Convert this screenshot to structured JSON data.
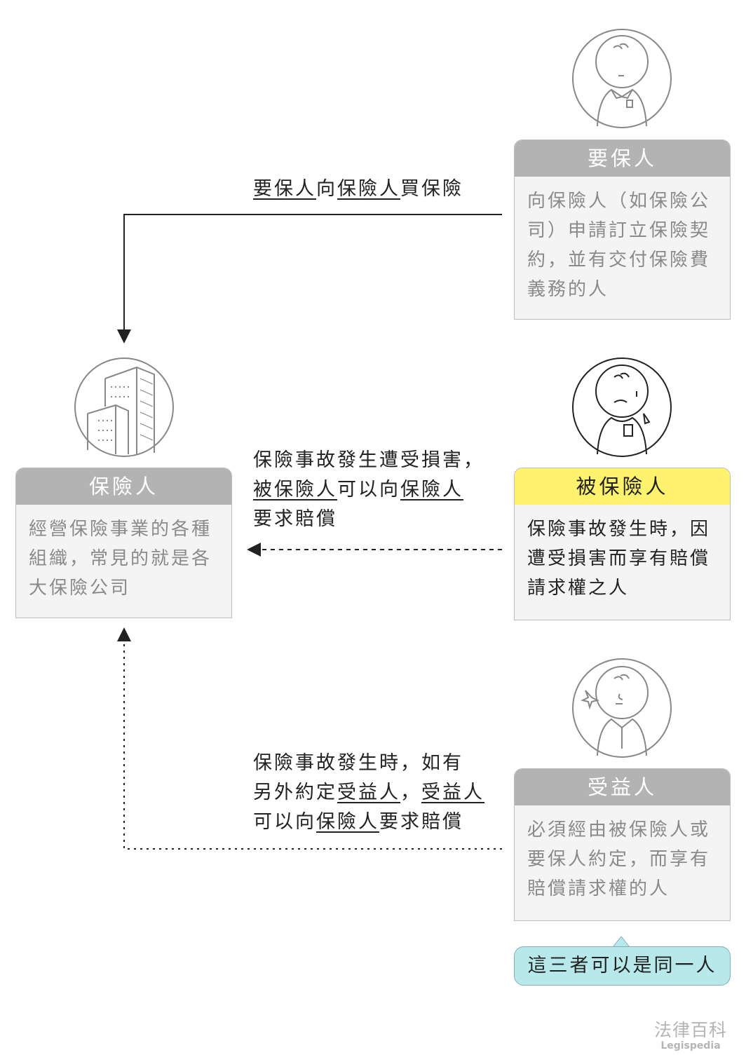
{
  "policyholder": {
    "title": "要保人",
    "desc": "向保險人（如保險公司）申請訂立保險契約，並有交付保險費義務的人"
  },
  "insurer": {
    "title": "保險人",
    "desc": "經營保險事業的各種組織，常見的就是各大保險公司"
  },
  "insured": {
    "title": "被保險人",
    "desc": "保險事故發生時，因遭受損害而享有賠償請求權之人"
  },
  "beneficiary": {
    "title": "受益人",
    "desc": "必須經由被保險人或要保人約定，而享有賠償請求權的人"
  },
  "arrow1": {
    "s1": "要保人",
    "s2": "向",
    "s3": "保險人",
    "s4": "買保險"
  },
  "arrow2": {
    "l1": "保險事故發生遭受損害，",
    "s1": "被保險人",
    "s2": "可以向",
    "s3": "保險人",
    "l3": "要求賠償"
  },
  "arrow3": {
    "l1": "保險事故發生時，如有",
    "s1": "另外約定",
    "s2": "受益人",
    "s3": "，",
    "s4": "受益人",
    "s5": "可以向",
    "s6": "保險人",
    "s7": "要求賠償"
  },
  "callout": "這三者可以是同一人",
  "logo": {
    "zh": "法律百科",
    "en": "Legispedia"
  },
  "colors": {
    "header_gray": "#b3b3b3",
    "insured_yellow": "#fff36e",
    "callout": "#b8e9ea"
  }
}
